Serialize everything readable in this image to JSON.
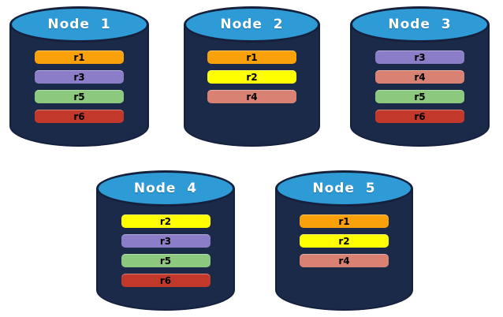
{
  "diagram": {
    "description": "Database nodes with replica placement",
    "background": "#ffffff"
  },
  "colors": {
    "cylinder_body": "#1c2a4a",
    "cylinder_border": "#15203c",
    "cylinder_top": "#2e9bd6",
    "title_text": "#ffffff",
    "bar_text": "#000000"
  },
  "replica_colors": {
    "r1": "#f9a10b",
    "r2": "#ffff00",
    "r3": "#8b7dc8",
    "r4": "#d98173",
    "r5": "#8dc87f",
    "r6": "#c2392b"
  },
  "nodes": [
    {
      "label": "Node  1",
      "replicas": [
        "r1",
        "r3",
        "r5",
        "r6"
      ]
    },
    {
      "label": "Node  2",
      "replicas": [
        "r1",
        "r2",
        "r4"
      ]
    },
    {
      "label": "Node  3",
      "replicas": [
        "r3",
        "r4",
        "r5",
        "r6"
      ]
    },
    {
      "label": "Node  4",
      "replicas": [
        "r2",
        "r3",
        "r5",
        "r6"
      ]
    },
    {
      "label": "Node  5",
      "replicas": [
        "r1",
        "r2",
        "r4"
      ]
    }
  ]
}
